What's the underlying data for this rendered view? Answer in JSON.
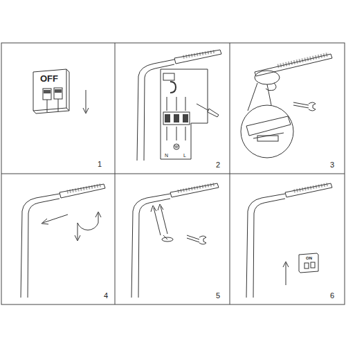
{
  "diagram": {
    "labels": [
      "OFF",
      "1",
      "2",
      "N",
      "L",
      "3",
      "4",
      "5",
      "ON",
      "6"
    ]
  }
}
